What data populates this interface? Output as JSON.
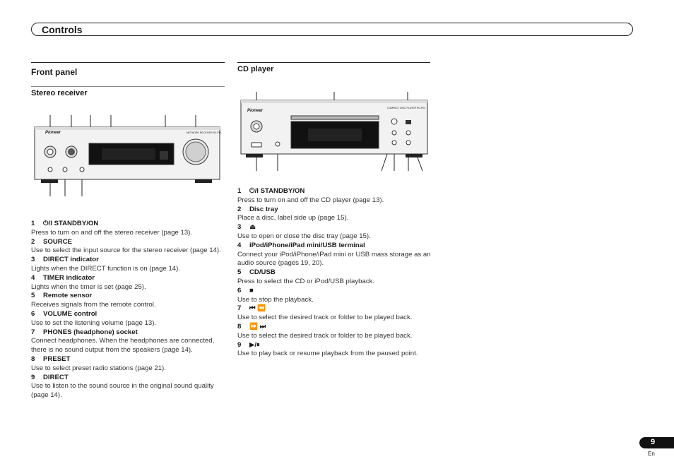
{
  "header": {
    "title": "Controls"
  },
  "front_panel": {
    "title": "Front panel",
    "subsection": "Stereo receiver",
    "device": {
      "brand": "Pioneer",
      "model_label": "NETWORK RECEIVER SX-P01"
    },
    "items": [
      {
        "num": "1",
        "label": "⏻/I STANDBY/ON",
        "desc": "Press to turn on and off the stereo receiver (page 13)."
      },
      {
        "num": "2",
        "label": "SOURCE",
        "desc": "Use to select the input source for the stereo receiver (page 14)."
      },
      {
        "num": "3",
        "label": "DIRECT indicator",
        "desc": "Lights when the DIRECT function is on (page 14)."
      },
      {
        "num": "4",
        "label": "TIMER indicator",
        "desc": "Lights when the timer is set (page 25)."
      },
      {
        "num": "5",
        "label": "Remote sensor",
        "desc": "Receives signals from the remote control."
      },
      {
        "num": "6",
        "label": "VOLUME control",
        "desc": "Use to set the listening volume (page 13)."
      },
      {
        "num": "7",
        "label": "PHONES (headphone) socket",
        "desc": "Connect headphones. When the headphones are connected, there is no sound output from the speakers (page 14)."
      },
      {
        "num": "8",
        "label": "PRESET",
        "desc": "Use to select preset radio stations (page 21)."
      },
      {
        "num": "9",
        "label": "DIRECT",
        "desc": "Use to listen to the sound source in the original sound quality (page 14)."
      }
    ]
  },
  "cd_player": {
    "title": "CD player",
    "device": {
      "brand": "Pioneer",
      "model_label": "COMPACT DISC PLAYER PD-P01"
    },
    "items": [
      {
        "num": "1",
        "label": "⏻/I STANDBY/ON",
        "desc": "Press to turn on and off the CD player (page 13)."
      },
      {
        "num": "2",
        "label": "Disc tray",
        "desc": "Place a disc, label side up (page 15)."
      },
      {
        "num": "3",
        "label": "⏏",
        "desc": "Use to open or close the disc tray (page 15)."
      },
      {
        "num": "4",
        "label": "iPod/iPhone/iPad mini/USB terminal",
        "desc": "Connect your iPod/iPhone/iPad mini or USB mass storage as an audio source (pages 19, 20)."
      },
      {
        "num": "5",
        "label": "CD/USB",
        "desc": "Press to select the CD or iPod/USB playback."
      },
      {
        "num": "6",
        "label": "■",
        "desc": "Use to stop the playback."
      },
      {
        "num": "7",
        "label": "⏮ ⏪",
        "desc": "Use to select the desired track or folder to be played back."
      },
      {
        "num": "8",
        "label": "⏩ ⏭",
        "desc": "Use to select the desired track or folder to be played back."
      },
      {
        "num": "9",
        "label": "▶/⏸",
        "desc": "Use to play back or resume playback from the paused point."
      }
    ]
  },
  "footer": {
    "page_number": "9",
    "language": "En"
  }
}
